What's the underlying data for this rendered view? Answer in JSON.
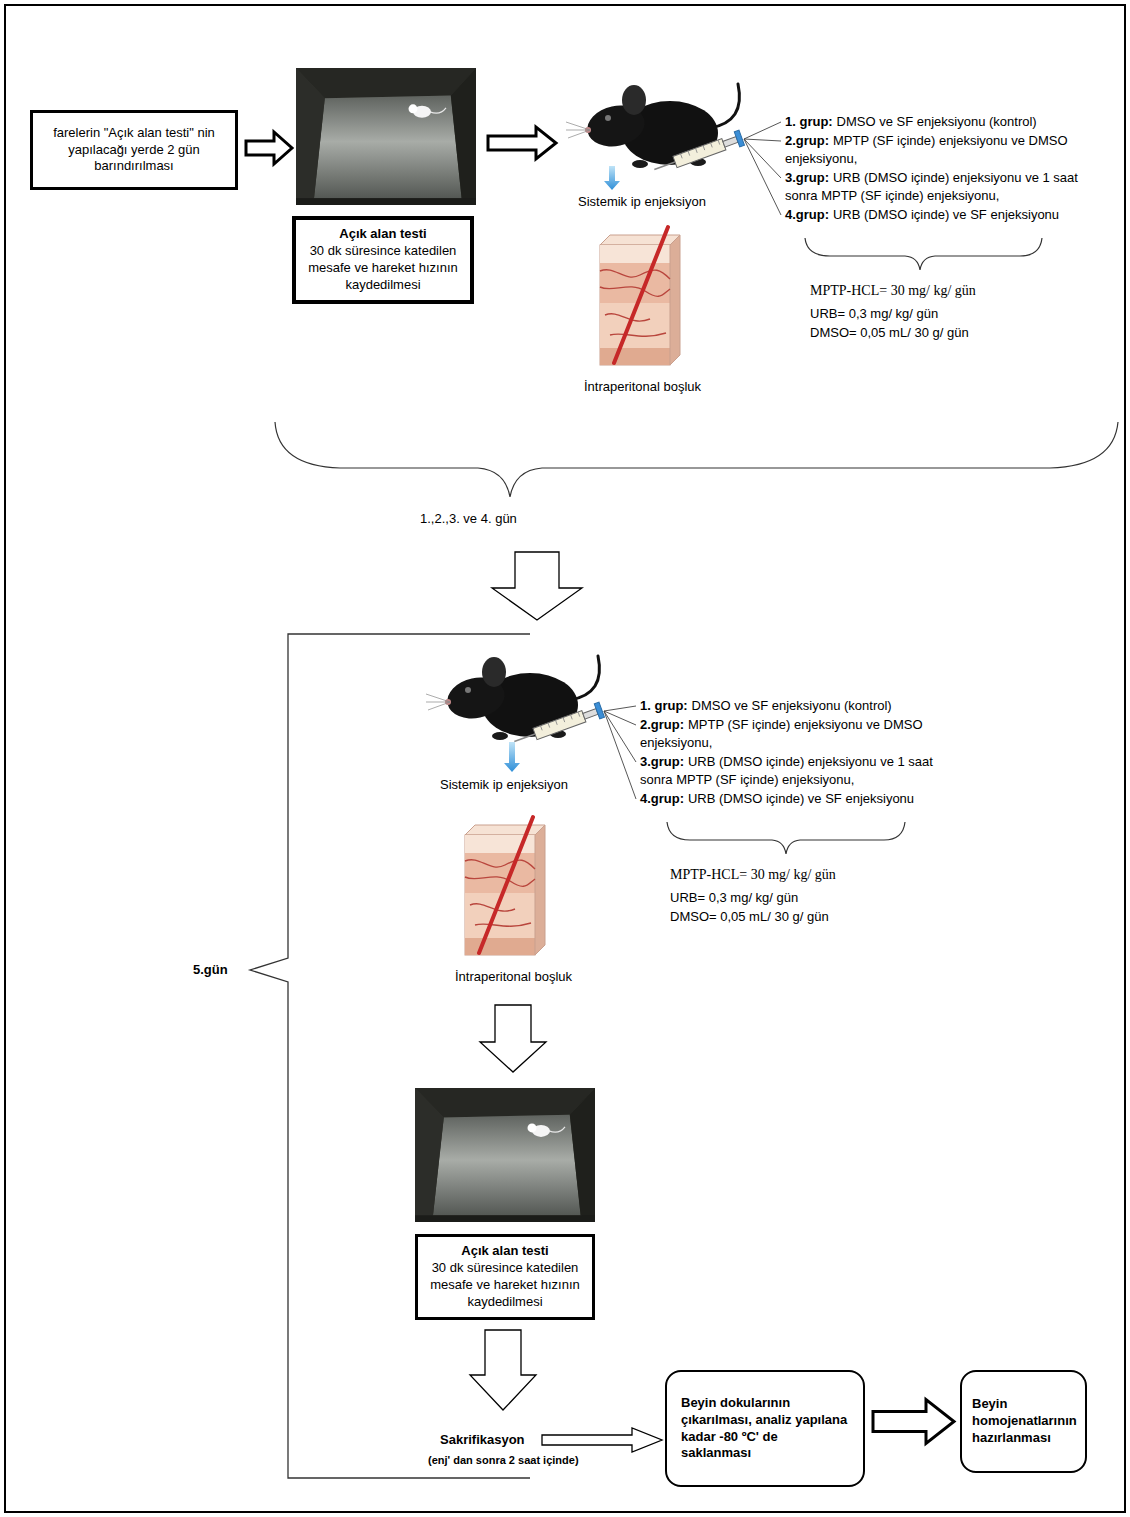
{
  "diagram": {
    "nodes": [
      {
        "text": [
          "farelerin \"Açık alan testi\" nin yapılacağı yerde 2 gün barındırılması"
        ]
      },
      {
        "text": [
          "Açık alan testi",
          "30 dk süresince katedilen mesafe ve hareket hızının kaydedilmesi"
        ]
      },
      {
        "text": [
          "Açık alan testi",
          "30 dk süresince katedilen mesafe ve hareket hızının kaydedilmesi"
        ]
      },
      {
        "text": [
          "Beyin dokularının çıkarılması, analiz yapılana kadar -80 ºC' de saklanması"
        ]
      },
      {
        "text": [
          "Beyin homojenatlarının hazırlanması"
        ]
      }
    ],
    "edges": [
      {
        "from": 3,
        "to": 4,
        "arrow": "to"
      }
    ],
    "labels": [
      "Sistemik ip enjeksiyon",
      "İntraperitonal boşluk",
      "1. grup:",
      "DMSO ve SF enjeksiyonu (kontrol)",
      "2.grup:",
      "MPTP (SF içinde) enjeksiyonu ve DMSO enjeksiyonu,",
      "3.grup:",
      "URB (DMSO içinde) enjeksiyonu ve 1 saat sonra MPTP (SF içinde) enjeksiyonu,",
      "4.grup:",
      "URB (DMSO içinde) ve SF enjeksiyonu",
      "MPTP-HCL= 30 mg/ kg/ gün",
      "URB= 0,3 mg/ kg/ gün",
      "DMSO= 0,05 mL/ 30 g/ gün",
      "1.,2.,3. ve 4. gün",
      "5.gün",
      "Sistemik ip enjeksiyon",
      "İntraperitonal boşluk",
      "1. grup:",
      "DMSO ve SF enjeksiyonu (kontrol)",
      "2.grup:",
      "MPTP (SF içinde) enjeksiyonu ve DMSO enjeksiyonu,",
      "3.grup:",
      "URB (DMSO içinde) enjeksiyonu ve 1 saat sonra MPTP (SF içinde) enjeksiyonu,",
      "4.grup:",
      "URB (DMSO içinde) ve SF enjeksiyonu",
      "MPTP-HCL= 30 mg/ kg/ gün",
      "URB= 0,3 mg/ kg/ gün",
      "DMSO= 0,05 mL/ 30 g/ gün",
      "Sakrifikasyon",
      "(enj' dan sonra 2 saat içinde)"
    ]
  }
}
